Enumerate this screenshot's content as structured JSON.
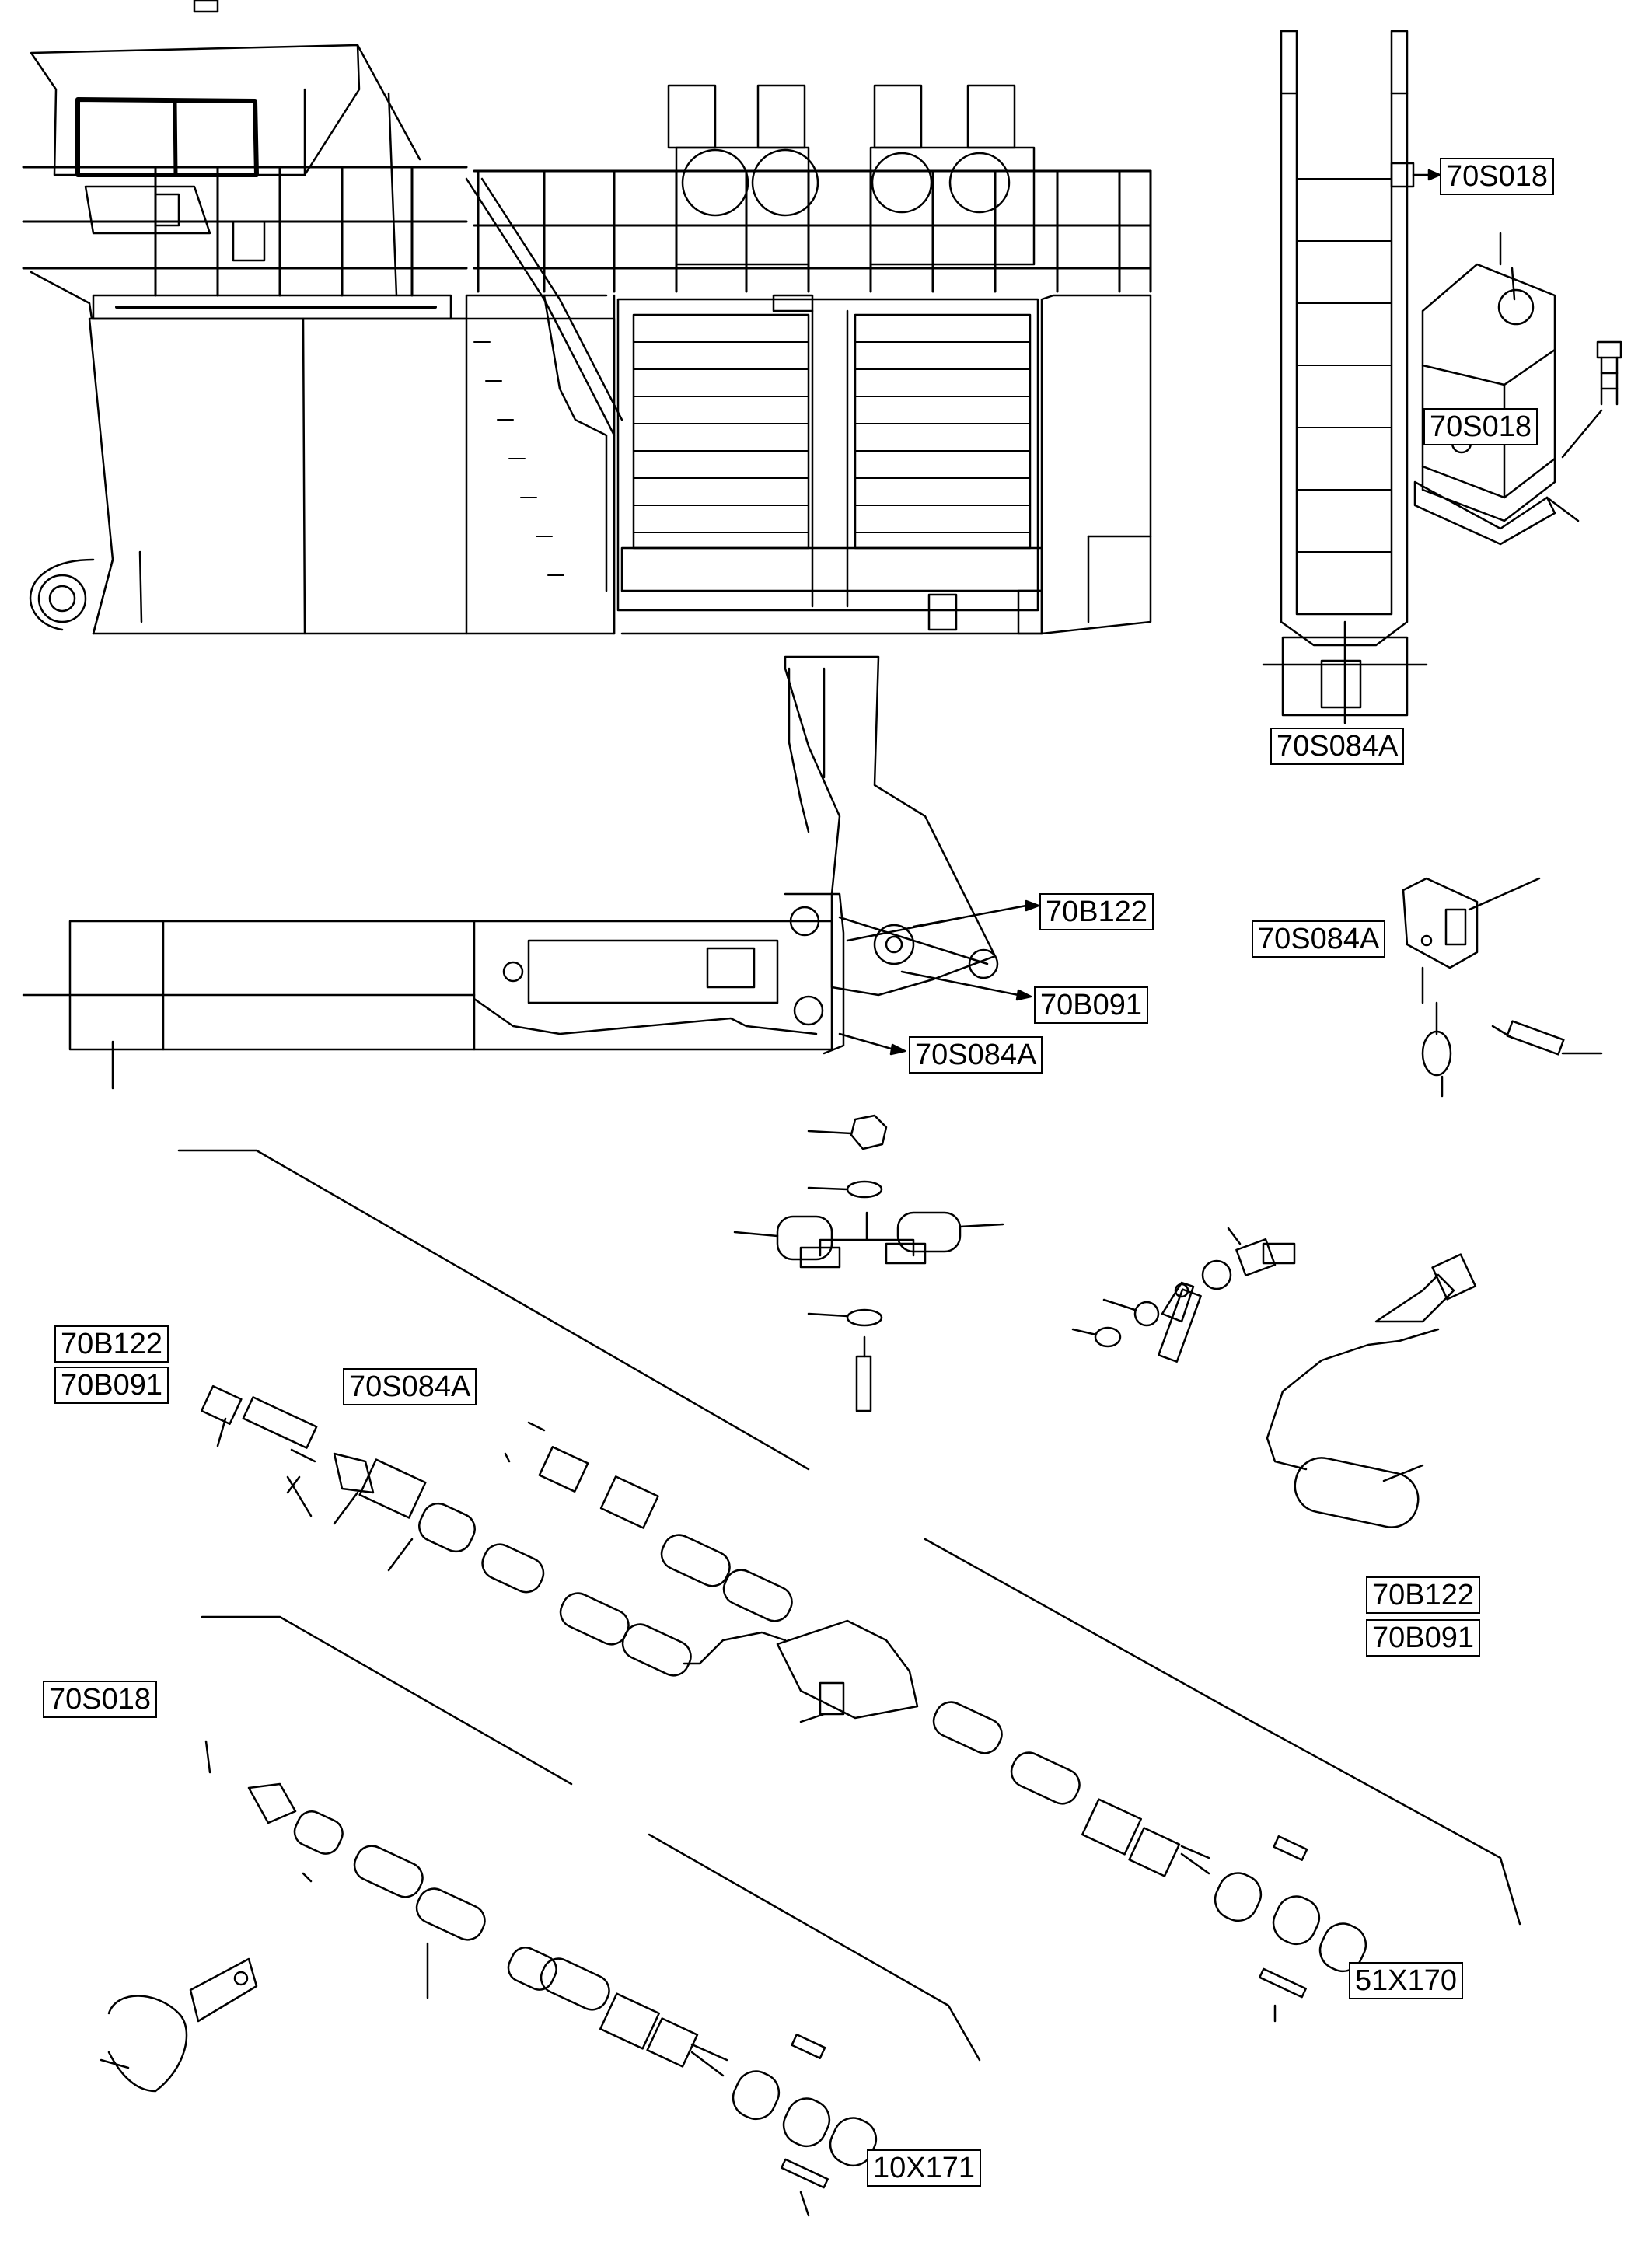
{
  "labels": {
    "top_70S018": "70S018",
    "box_70S018": "70S018",
    "ladder_70S084A": "70S084A",
    "boom_70B122": "70B122",
    "boom_70B091": "70B091",
    "boom_70S084A": "70S084A",
    "right_70S084A": "70S084A",
    "left_70B122": "70B122",
    "left_70B091": "70B091",
    "mid_70S084A": "70S084A",
    "sensor_70B122": "70B122",
    "sensor_70B091": "70B091",
    "left_70S018": "70S018",
    "conn_51X170": "51X170",
    "conn_10X171": "10X171"
  },
  "colors": {
    "line": "#000000",
    "background": "#ffffff"
  }
}
